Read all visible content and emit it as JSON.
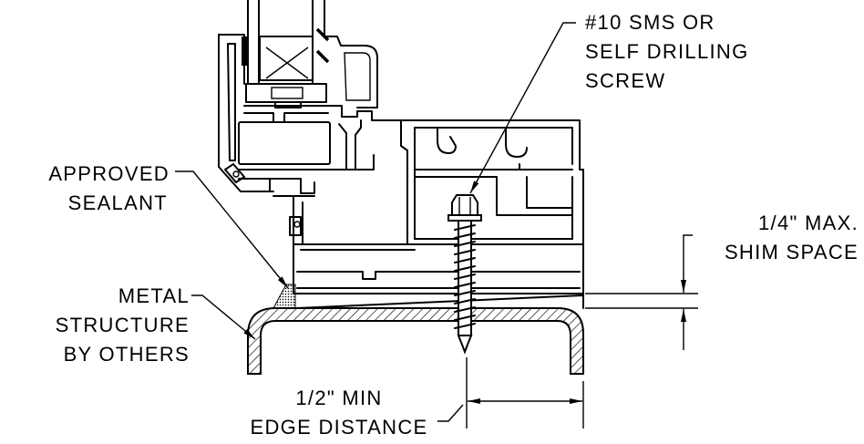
{
  "labels": {
    "screw": [
      "#10 SMS OR",
      "SELF DRILLING",
      "SCREW"
    ],
    "sealant": [
      "APPROVED",
      "SEALANT"
    ],
    "metal": [
      "METAL",
      "STRUCTURE",
      "BY OTHERS"
    ],
    "shim": [
      "1/4\" MAX.",
      "SHIM SPACE"
    ],
    "edge": [
      "1/2\" MIN",
      "EDGE DISTANCE"
    ]
  },
  "colors": {
    "line": "#000000",
    "background": "#ffffff"
  }
}
